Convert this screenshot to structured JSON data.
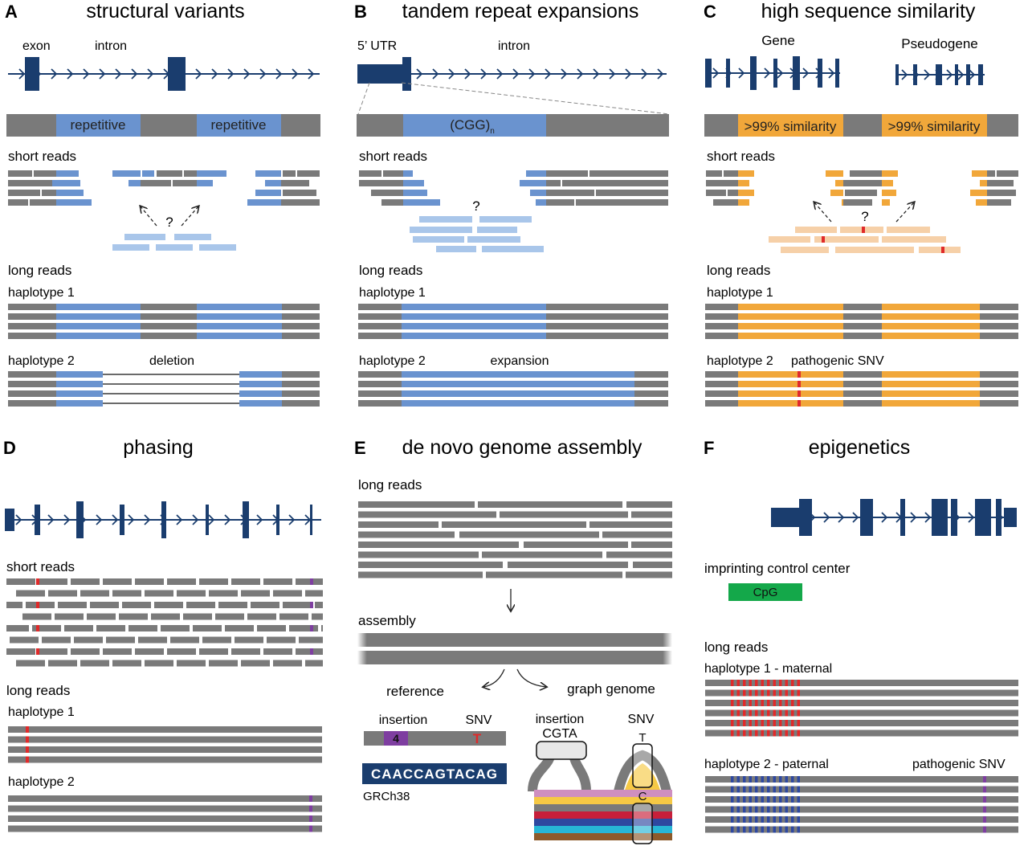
{
  "colors": {
    "navy": "#1a3d6e",
    "gray": "#7a7a7a",
    "blue": "#6a93cf",
    "light_blue": "#a9c6ea",
    "orange": "#f1a73a",
    "peach": "#f6d0a8",
    "red": "#e02a2a",
    "purple": "#7e3ea0",
    "green": "#14a84a",
    "pink": "#cf8fc0",
    "yellow": "#f6c945",
    "crimson": "#c71f3a",
    "dark_blue": "#2e48a0",
    "cyan": "#27b6d6",
    "brown": "#8d5a2b"
  },
  "panels": {
    "A": {
      "letter": "A",
      "title": "structural variants",
      "exon": "exon",
      "intron": "intron",
      "repetitive_1": "repetitive",
      "repetitive_2": "repetitive",
      "short_reads": "short reads",
      "question": "?",
      "long_reads": "long reads",
      "haplotype_1": "haplotype 1",
      "haplotype_2": "haplotype 2",
      "deletion": "deletion"
    },
    "B": {
      "letter": "B",
      "title": "tandem repeat expansions",
      "utr": "5’ UTR",
      "intron": "intron",
      "repeat": "(CGG)",
      "repeat_sub": "n",
      "short_reads": "short reads",
      "question": "?",
      "long_reads": "long reads",
      "haplotype_1": "haplotype 1",
      "haplotype_2": "haplotype 2",
      "expansion": "expansion"
    },
    "C": {
      "letter": "C",
      "title": "high sequence similarity",
      "gene": "Gene",
      "pseudogene": "Pseudogene",
      "similarity_1": ">99% similarity",
      "similarity_2": ">99% similarity",
      "short_reads": "short reads",
      "question": "?",
      "long_reads": "long reads",
      "haplotype_1": "haplotype 1",
      "haplotype_2": "haplotype 2",
      "pathogenic_snv": "pathogenic SNV"
    },
    "D": {
      "letter": "D",
      "title": "phasing",
      "short_reads": "short reads",
      "long_reads": "long reads",
      "haplotype_1": "haplotype 1",
      "haplotype_2": "haplotype 2"
    },
    "E": {
      "letter": "E",
      "title": "de novo genome assembly",
      "long_reads": "long reads",
      "assembly": "assembly",
      "reference": "reference",
      "graph_genome": "graph genome",
      "insertion": "insertion",
      "snv": "SNV",
      "insert_size": "4",
      "snv_base": "T",
      "sequence": "CAACCAGTACAG",
      "genome_build": "GRCh38",
      "graph_insertion": "insertion",
      "graph_insertion_seq": "CGTA",
      "graph_snv": "SNV",
      "graph_snv_top": "T",
      "graph_snv_bottom": "C"
    },
    "F": {
      "letter": "F",
      "title": "epigenetics",
      "icc": "imprinting control center",
      "cpg": "CpG",
      "long_reads": "long reads",
      "haplotype_1": "haplotype 1 - maternal",
      "haplotype_2": "haplotype 2 - paternal",
      "pathogenic_snv": "pathogenic SNV"
    }
  }
}
